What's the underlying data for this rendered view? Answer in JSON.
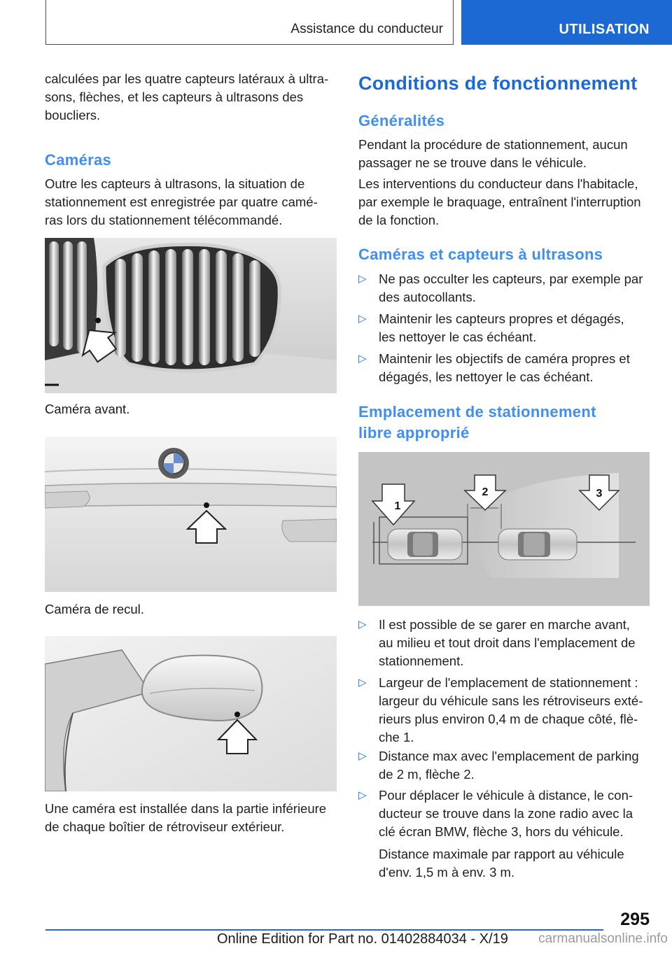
{
  "header": {
    "section": "Assistance du conducteur",
    "chapter": "UTILISATION"
  },
  "left": {
    "intro": "calculées par les quatre capteurs latéraux à ultra-sons, flèches, et les capteurs à ultrasons des boucliers.",
    "intro_lines": [
      "calculées par les quatre capteurs latéraux à ultra-",
      "sons, flèches, et les capteurs à ultrasons des",
      "boucliers."
    ],
    "cameras_heading": "Caméras",
    "cameras_lines": [
      "Outre les capteurs à ultrasons, la situation de",
      "stationnement est enregistrée par quatre camé-",
      "ras lors du stationnement télécommandé."
    ],
    "caption_front": "Caméra avant.",
    "caption_rear": "Caméra de recul.",
    "caption_mirror_lines": [
      "Une caméra est installée dans la partie inférieure",
      "de chaque boîtier de rétroviseur extérieur."
    ]
  },
  "right": {
    "title": "Conditions de fonctionnement",
    "general_heading": "Généralités",
    "general_p1_lines": [
      "Pendant la procédure de stationnement, aucun",
      "passager ne se trouve dans le véhicule."
    ],
    "general_p2_lines": [
      "Les interventions du conducteur dans l'habitacle,",
      "par exemple le braquage, entraînent l'interruption",
      "de la fonction."
    ],
    "sensors_heading": "Caméras et capteurs à ultrasons",
    "sensor_bullets": [
      [
        "Ne pas occulter les capteurs, par exemple par",
        "des autocollants."
      ],
      [
        "Maintenir les capteurs propres et dégagés,",
        "les nettoyer le cas échéant."
      ],
      [
        "Maintenir les objectifs de caméra propres et",
        "dégagés, les nettoyer le cas échéant."
      ]
    ],
    "space_heading_lines": [
      "Emplacement de stationnement",
      "libre approprié"
    ],
    "diagram_labels": [
      "1",
      "2",
      "3"
    ],
    "space_bullets": [
      [
        "Il est possible de se garer en marche avant,",
        "au milieu et tout droit dans l'emplacement de",
        "stationnement."
      ],
      [
        "Largeur de l'emplacement de stationnement :",
        "largeur du véhicule sans les rétroviseurs exté-",
        "rieurs plus environ 0,4 m de chaque côté, flè-",
        "che 1."
      ],
      [
        "Distance max avec l'emplacement de parking",
        "de 2 m, flèche 2."
      ],
      [
        "Pour déplacer le véhicule à distance, le con-",
        "ducteur se trouve dans la zone radio avec la",
        "clé écran BMW, flèche 3, hors du véhicule."
      ]
    ],
    "space_note_lines": [
      "Distance maximale par rapport au véhicule",
      "d'env. 1,5 m à env. 3 m."
    ],
    "bullet_glyph": "▷"
  },
  "footer": {
    "page_number": "295",
    "edition": "Online Edition for Part no. 01402884034 - X/19",
    "site": "carmanualsonline.info"
  },
  "colors": {
    "brand_blue": "#1c69d4",
    "heading_light_blue": "#3f8ef0"
  }
}
